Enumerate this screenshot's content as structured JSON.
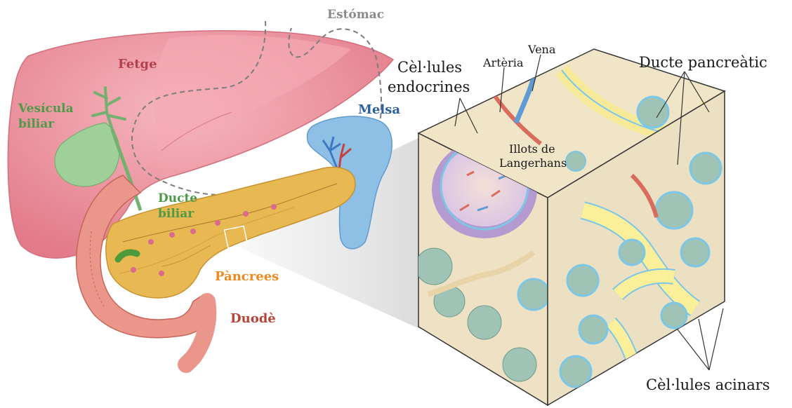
{
  "labels": {
    "estomac": "Estómac",
    "fetge": "Fetge",
    "vesicula_line1": "Vesícula",
    "vesicula_line2": "biliar",
    "melsa": "Melsa",
    "ducte_biliar_line1": "Ducte",
    "ducte_biliar_line2": "biliar",
    "pancrees": "Pàncrees",
    "duode": "Duodè",
    "cel_endo_line1": "Cèl·lules",
    "cel_endo_line2": "endocrines",
    "arteria": "Artèria",
    "vena": "Vena",
    "ducte_pancreatic": "Ducte pancreàtic",
    "illots_line1": "Illots de",
    "illots_line2": "Langerhans",
    "cel_acinars": "Cèl·lules acinars"
  },
  "colors": {
    "liver": "#e8808f",
    "liver_light": "#f3a9b3",
    "liver_label": "#b5404f",
    "gallbladder": "#8dc48a",
    "gallbladder_label": "#4f9a47",
    "spleen": "#7fb6e0",
    "spleen_label": "#2b5f9e",
    "pancreas": "#e9b64f",
    "pancreas_label": "#f08a1e",
    "duodenum": "#e88a7e",
    "duodenum_label": "#b84438",
    "stomach_label": "#8a8a8a",
    "cube_bg": "#efe2c4",
    "islet": "#d8c4e8",
    "acinar": "#9fc3b5",
    "acinar_border": "#7fc6e6",
    "duct": "#fbef9a",
    "artery": "#d96c5c",
    "vein": "#5d9ad6",
    "text_dark": "#1a1a1a"
  }
}
